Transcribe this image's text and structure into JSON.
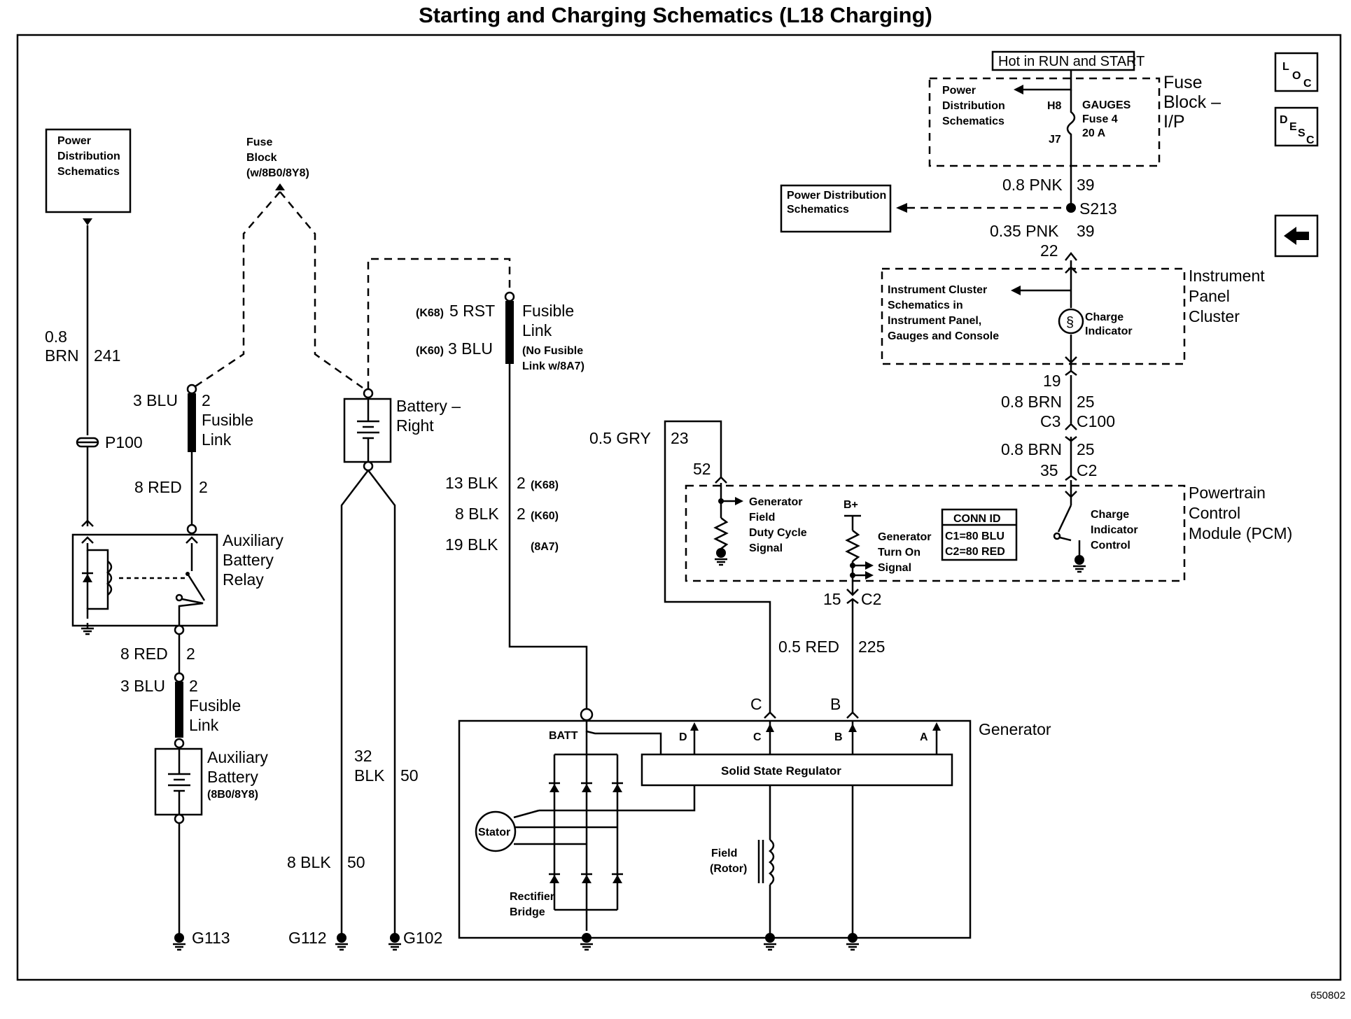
{
  "title": "Starting and Charging Schematics (L18 Charging)",
  "figure_number": "650802",
  "nav_icons": {
    "loc": "LOC",
    "desc": "DESC",
    "back": "back-arrow"
  },
  "labels": {
    "hot_in_run": "Hot in RUN and START",
    "fuse_block_ip": [
      "Fuse",
      "Block –",
      "I/P"
    ],
    "pd_schem_a": [
      "Power",
      "Distribution",
      "Schematics"
    ],
    "h8": "H8",
    "j7": "J7",
    "gauges_fuse": [
      "GAUGES",
      "Fuse 4",
      "20 A"
    ],
    "wire_08pnk": "0.8 PNK",
    "wire_08pnk_num": "39",
    "pd_schem_box": [
      "Power Distribution",
      "Schematics"
    ],
    "s213": "S213",
    "wire_035pnk": "0.35 PNK",
    "wire_035pnk_num": "39",
    "pin_22": "22",
    "ipc_name": [
      "Instrument",
      "Panel",
      "Cluster"
    ],
    "ipc_schem": [
      "Instrument Cluster",
      "Schematics in",
      "Instrument Panel,",
      "Gauges and Console"
    ],
    "charge_ind": [
      "Charge",
      "Indicator"
    ],
    "pin_19": "19",
    "wire_08brn_a": "0.8 BRN",
    "wire_08brn_a_num": "25",
    "c3": "C3",
    "c100": "C100",
    "wire_08brn_b": "0.8 BRN",
    "wire_08brn_b_num": "25",
    "pin_35": "35",
    "c2_top": "C2",
    "wire_05gry": "0.5 GRY",
    "wire_05gry_num": "23",
    "pin_52": "52",
    "pcm_name": [
      "Powertrain",
      "Control",
      "Module (PCM)"
    ],
    "gen_field": [
      "Generator",
      "Field",
      "Duty Cycle",
      "Signal"
    ],
    "b_plus": "B+",
    "gen_turn_on": [
      "Generator",
      "Turn On",
      "Signal"
    ],
    "conn_id": [
      "CONN ID",
      "C1=80 BLU",
      "C2=80 RED"
    ],
    "charge_ind_ctrl": [
      "Charge",
      "Indicator",
      "Control"
    ],
    "pin_15": "15",
    "c2_bot": "C2",
    "wire_05red": "0.5 RED",
    "wire_05red_num": "225",
    "conn_c": "C",
    "conn_b": "B",
    "generator": "Generator",
    "batt": "BATT",
    "term_d": "D",
    "term_c": "C",
    "term_b": "B",
    "term_a": "A",
    "ssr": "Solid State Regulator",
    "stator": "Stator",
    "field_rotor": [
      "Field",
      "(Rotor)"
    ],
    "rectifier": [
      "Rectifier",
      "Bridge"
    ],
    "pd_left": [
      "Power",
      "Distribution",
      "Schematics"
    ],
    "wire_08brn_left": [
      "0.8",
      "BRN"
    ],
    "wire_08brn_left_num": "241",
    "p100": "P100",
    "fuse_block_opt": [
      "Fuse",
      "Block",
      "(w/8B0/8Y8)"
    ],
    "fl_a": [
      "3 BLU",
      "2",
      "Fusible",
      "Link"
    ],
    "wire_8red_a": "8 RED",
    "wire_8red_a_num": "2",
    "aux_relay": [
      "Auxiliary",
      "Battery",
      "Relay"
    ],
    "wire_8red_b": "8 RED",
    "wire_8red_b_num": "2",
    "fl_b": [
      "3 BLU",
      "2",
      "Fusible",
      "Link"
    ],
    "aux_batt": [
      "Auxiliary",
      "Battery",
      "(8B0/8Y8)"
    ],
    "g113": "G113",
    "battery_right": [
      "Battery –",
      "Right"
    ],
    "wire_32blk": [
      "32",
      "BLK"
    ],
    "wire_32blk_num": "50",
    "wire_8blk": "8 BLK",
    "wire_8blk_num": "50",
    "g112": "G112",
    "g102": "G102",
    "k68": "(K68)",
    "k60": "(K60)",
    "wire_5rst": "5 RST",
    "wire_3blu": "3 BLU",
    "fl_c": [
      "Fusible",
      "Link"
    ],
    "no_fl": [
      "(No Fusible",
      "Link w/8A7)"
    ],
    "wire_13blk": "13 BLK",
    "wire_13blk_num": "2",
    "opt_k68": "(K68)",
    "wire_8blk_b": "8 BLK",
    "wire_8blk_b_num": "2",
    "opt_k60": "(K60)",
    "wire_19blk": "19 BLK",
    "opt_8a7": "(8A7)"
  }
}
